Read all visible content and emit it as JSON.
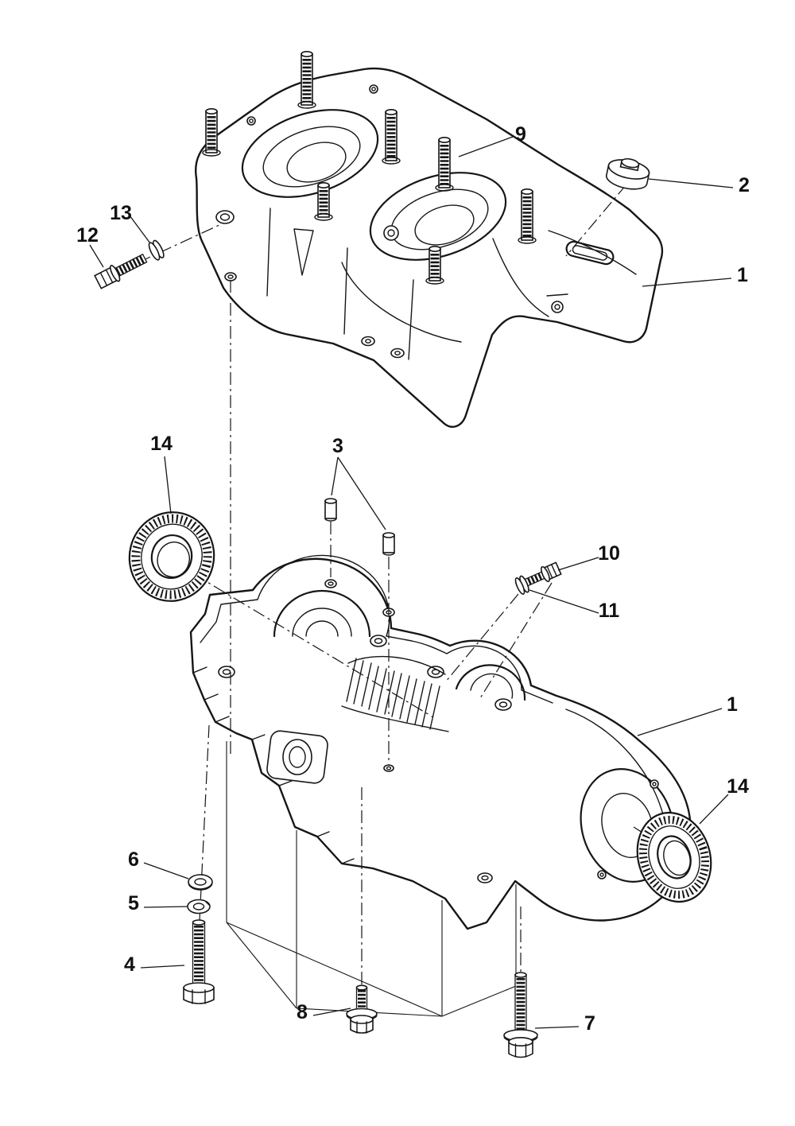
{
  "figure": {
    "type": "exploded-parts-diagram",
    "background": "#ffffff",
    "line_color": "#161616"
  },
  "callouts": [
    {
      "id": "c9",
      "label": "9"
    },
    {
      "id": "c2",
      "label": "2"
    },
    {
      "id": "c13",
      "label": "13"
    },
    {
      "id": "c12",
      "label": "12"
    },
    {
      "id": "c1-upper",
      "label": "1"
    },
    {
      "id": "c14-left",
      "label": "14"
    },
    {
      "id": "c3",
      "label": "3"
    },
    {
      "id": "c10",
      "label": "10"
    },
    {
      "id": "c11",
      "label": "11"
    },
    {
      "id": "c1-lower",
      "label": "1"
    },
    {
      "id": "c14-right",
      "label": "14"
    },
    {
      "id": "c6",
      "label": "6"
    },
    {
      "id": "c5",
      "label": "5"
    },
    {
      "id": "c4",
      "label": "4"
    },
    {
      "id": "c8",
      "label": "8"
    },
    {
      "id": "c7",
      "label": "7"
    }
  ]
}
